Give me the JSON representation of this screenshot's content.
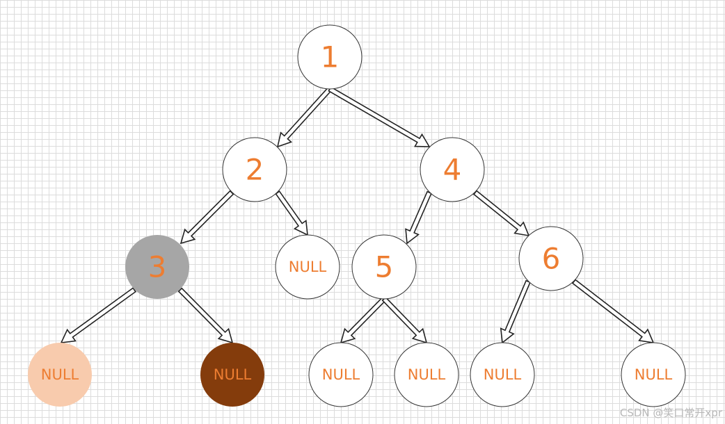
{
  "diagram": {
    "type": "binary-tree",
    "colors": {
      "label": "#ED7D31",
      "default_fill": "#FFFFFF",
      "stroke": "#333333",
      "current_node_fill": "#A6A6A6",
      "left_null_fill": "#F8CBAD",
      "right_null_fill": "#843C0C",
      "arrow_stroke": "#222222"
    },
    "nodes": [
      {
        "id": "n1",
        "label": "1",
        "fill": "#FFFFFF"
      },
      {
        "id": "n2",
        "label": "2",
        "fill": "#FFFFFF"
      },
      {
        "id": "n4",
        "label": "4",
        "fill": "#FFFFFF"
      },
      {
        "id": "n3",
        "label": "3",
        "fill": "#A6A6A6"
      },
      {
        "id": "n2R",
        "label": "NULL",
        "fill": "#FFFFFF"
      },
      {
        "id": "n5",
        "label": "5",
        "fill": "#FFFFFF"
      },
      {
        "id": "n6",
        "label": "6",
        "fill": "#FFFFFF"
      },
      {
        "id": "n3L",
        "label": "NULL",
        "fill": "#F8CBAD"
      },
      {
        "id": "n3R",
        "label": "NULL",
        "fill": "#843C0C"
      },
      {
        "id": "n5L",
        "label": "NULL",
        "fill": "#FFFFFF"
      },
      {
        "id": "n5R",
        "label": "NULL",
        "fill": "#FFFFFF"
      },
      {
        "id": "n6L",
        "label": "NULL",
        "fill": "#FFFFFF"
      },
      {
        "id": "n6R",
        "label": "NULL",
        "fill": "#FFFFFF"
      }
    ],
    "edges": [
      {
        "from": "n1",
        "to": "n2"
      },
      {
        "from": "n1",
        "to": "n4"
      },
      {
        "from": "n2",
        "to": "n3"
      },
      {
        "from": "n2",
        "to": "n2R"
      },
      {
        "from": "n4",
        "to": "n5"
      },
      {
        "from": "n4",
        "to": "n6"
      },
      {
        "from": "n3",
        "to": "n3L"
      },
      {
        "from": "n3",
        "to": "n3R"
      },
      {
        "from": "n5",
        "to": "n5L"
      },
      {
        "from": "n5",
        "to": "n5R"
      },
      {
        "from": "n6",
        "to": "n6L"
      },
      {
        "from": "n6",
        "to": "n6R"
      }
    ]
  },
  "watermark": {
    "text": "CSDN @笑口常开xpr"
  }
}
